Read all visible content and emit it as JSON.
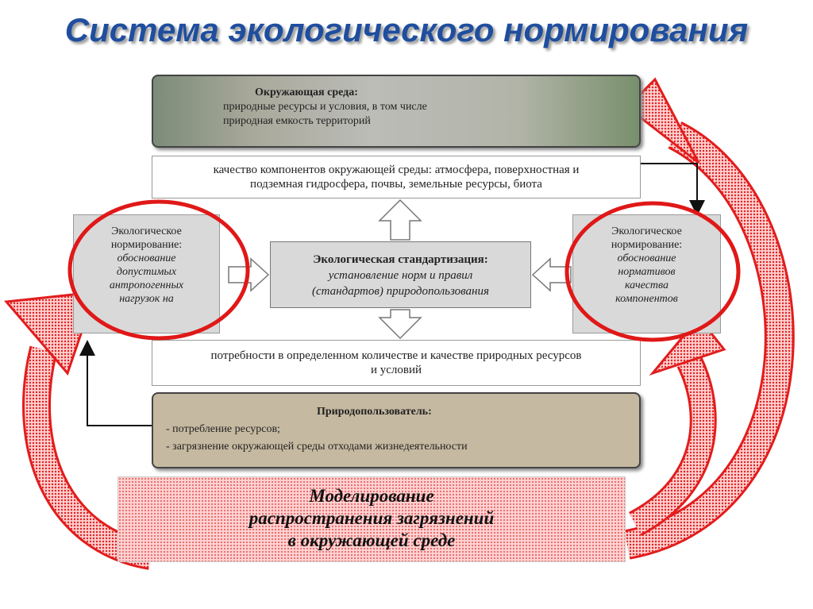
{
  "title": "Система экологического нормирования",
  "environment": {
    "heading": "Окружающая среда:",
    "line1": "природные ресурсы и условия, в том числе",
    "line2": "природная емкость территорий"
  },
  "quality": {
    "line1": "качество компонентов окружающей среды: атмосфера, поверхностная и",
    "line2": "подземная гидросфера, почвы, земельные ресурсы, биота"
  },
  "left_norming": {
    "line1": "Экологическое",
    "line2": "нормирование:",
    "line3": "обоснование",
    "line4": "допустимых",
    "line5": "антропогенных",
    "line6": "нагрузок на"
  },
  "standardization": {
    "heading": "Экологическая стандартизация:",
    "line1": "установление норм и правил",
    "line2": "(стандартов) природопользования"
  },
  "right_norming": {
    "line1": "Экологическое",
    "line2": "нормирование:",
    "line3": "обоснование",
    "line4": "нормативов",
    "line5": "качества",
    "line6": "компонентов"
  },
  "needs": {
    "line1": "потребности в определенном количестве и качестве природных ресурсов",
    "line2": "и условий"
  },
  "user": {
    "heading": "Природопользователь:",
    "item1": "- потребление ресурсов;",
    "item2": "- загрязнение окружающей среды отходами жизнедеятельности"
  },
  "modeling": {
    "line1": "Моделирование",
    "line2": "распространения загрязнений",
    "line3": "в окружающей среде"
  },
  "colors": {
    "title": "#1f4e9e",
    "circle": "#e01818",
    "curved_arrow": "#e21d1d"
  }
}
